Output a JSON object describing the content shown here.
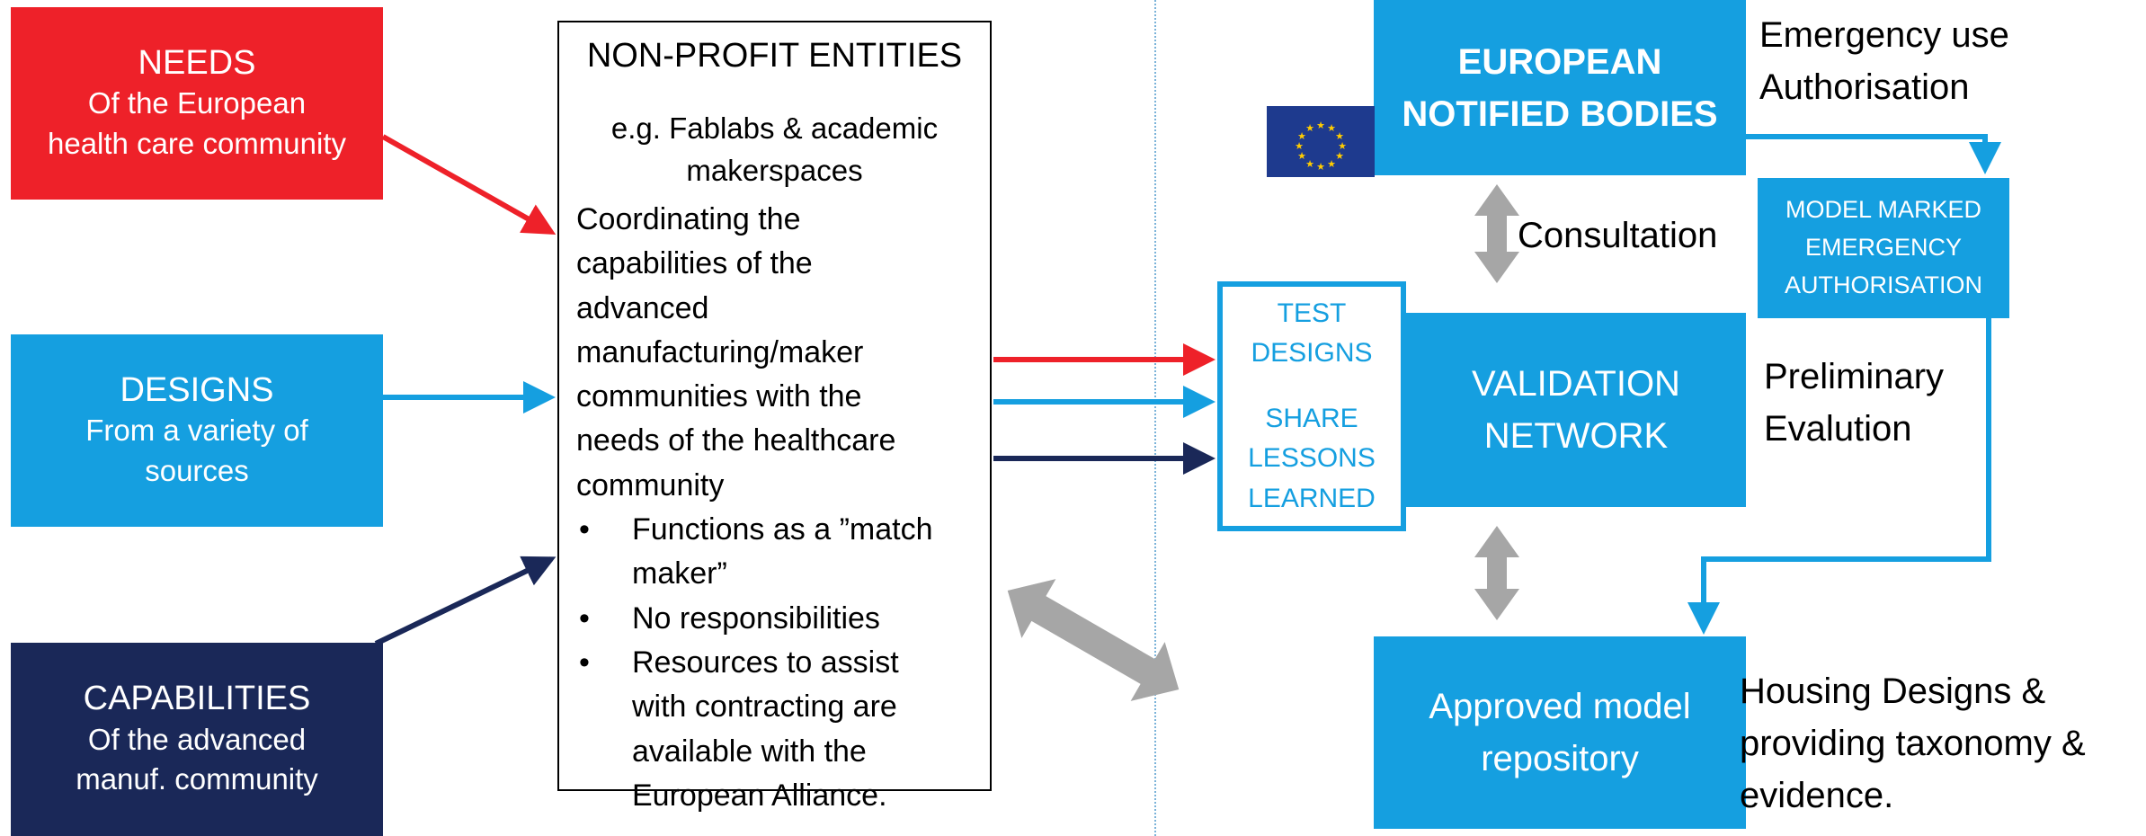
{
  "needs": {
    "title": "NEEDS",
    "line1": "Of the European",
    "line2": "health care community",
    "color": "#ee2129"
  },
  "designs": {
    "title": "DESIGNS",
    "line1": "From a variety of",
    "line2": "sources",
    "color": "#159fe0"
  },
  "capabilities": {
    "title": "CAPABILITIES",
    "line1": "Of the advanced",
    "line2": "manuf. community",
    "color": "#1a2858"
  },
  "non_profit": {
    "title": "NON-PROFIT ENTITIES",
    "subtitle_line1": "e.g. Fablabs & academic",
    "subtitle_line2": "makerspaces",
    "body_lines": [
      "Coordinating the",
      "capabilities of the",
      "advanced",
      "manufacturing/maker",
      "communities with the",
      "needs of the healthcare",
      "community"
    ],
    "bullets": [
      {
        "line1": "Functions as a ”match",
        "line2": "maker”"
      },
      {
        "line1": "No responsibilities",
        "line2": ""
      },
      {
        "line1": "Resources to assist",
        "line2": "with contracting are",
        "line3": "available with the",
        "line4": "European Alliance."
      }
    ]
  },
  "european_bodies": {
    "line1": "EUROPEAN",
    "line2": "NOTIFIED BODIES",
    "flag_icon": "eu-flag-icon"
  },
  "emergency_label": {
    "line1": "Emergency use",
    "line2": "Authorisation"
  },
  "consultation_label": "Consultation",
  "model_marked": {
    "line1": "MODEL MARKED",
    "line2": "EMERGENCY",
    "line3": "AUTHORISATION"
  },
  "test_box": {
    "line1": "TEST",
    "line2": "DESIGNS",
    "line3": "SHARE",
    "line4": "LESSONS",
    "line5": "LEARNED"
  },
  "validation_network": {
    "line1": "VALIDATION",
    "line2": "NETWORK"
  },
  "preliminary_label": {
    "line1": "Preliminary",
    "line2": "Evalution"
  },
  "repository": {
    "line1": "Approved model",
    "line2": "repository"
  },
  "housing_label": {
    "line1": "Housing Designs &",
    "line2": "providing taxonomy &",
    "line3": "evidence."
  },
  "colors": {
    "red": "#ee2129",
    "blue": "#159fe0",
    "navy": "#1a2858",
    "gray": "#a6a6a6",
    "eu_blue": "#1e3a8e",
    "eu_star": "#ffcc00"
  }
}
